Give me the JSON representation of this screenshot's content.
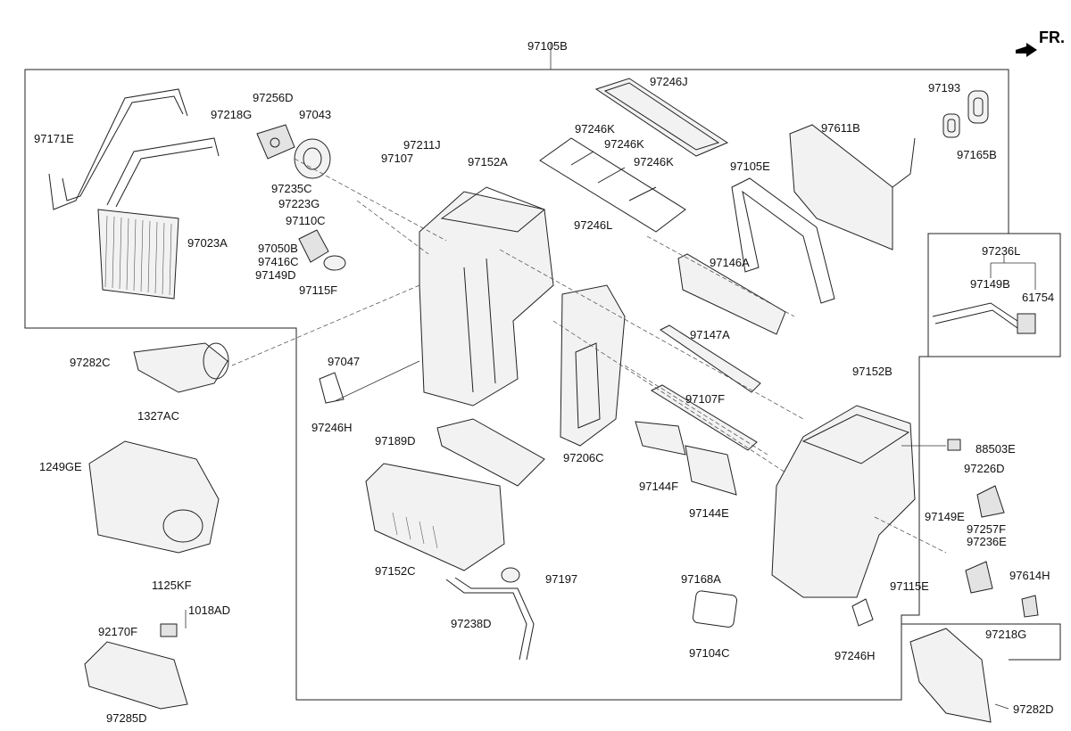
{
  "direction_mark": "FR.",
  "labels": {
    "97105B": "97105B",
    "97171E": "97171E",
    "97218G_a": "97218G",
    "97256D": "97256D",
    "97043": "97043",
    "97023A": "97023A",
    "97107": "97107",
    "97211J": "97211J",
    "97152A": "97152A",
    "97235C": "97235C",
    "97223G": "97223G",
    "97110C": "97110C",
    "97050B": "97050B",
    "97416C": "97416C",
    "97149D": "97149D",
    "97115F": "97115F",
    "97246J": "97246J",
    "97246K_a": "97246K",
    "97246K_b": "97246K",
    "97246K_c": "97246K",
    "97246L": "97246L",
    "97193": "97193",
    "97611B": "97611B",
    "97165B": "97165B",
    "97105E": "97105E",
    "97146A": "97146A",
    "97236L": "97236L",
    "97149B": "97149B",
    "61754": "61754",
    "97282C": "97282C",
    "97047": "97047",
    "97246H_a": "97246H",
    "97147A": "97147A",
    "97152B": "97152B",
    "1327AC": "1327AC",
    "1249GE": "1249GE",
    "97189D": "97189D",
    "97206C": "97206C",
    "97107F": "97107F",
    "88503E": "88503E",
    "97226D": "97226D",
    "97144F": "97144F",
    "97144E": "97144E",
    "97149E": "97149E",
    "97257F": "97257F",
    "97236E": "97236E",
    "97152C": "97152C",
    "97197": "97197",
    "97168A": "97168A",
    "97115E": "97115E",
    "97614H": "97614H",
    "1125KF": "1125KF",
    "1018AD": "1018AD",
    "92170F": "92170F",
    "97238D": "97238D",
    "97104C": "97104C",
    "97246H_b": "97246H",
    "97218G_b": "97218G",
    "97285D": "97285D",
    "97282D": "97282D"
  }
}
